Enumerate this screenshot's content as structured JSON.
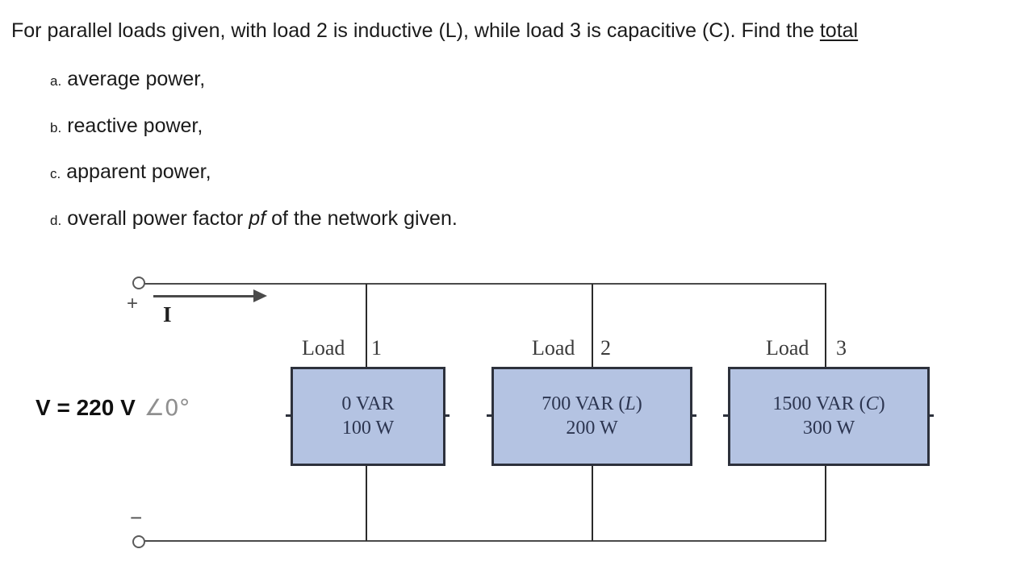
{
  "problem": {
    "intro": {
      "prefix": "For parallel loads given, with load 2 is inductive (L), while load 3 is capacitive (C). Find the ",
      "underlined": "total"
    },
    "items": [
      {
        "letter": "a.",
        "prefix": "average power,",
        "italic": "",
        "suffix": ""
      },
      {
        "letter": "b.",
        "prefix": "reactive power,",
        "italic": "",
        "suffix": ""
      },
      {
        "letter": "c.",
        "prefix": "apparent power,",
        "italic": "",
        "suffix": ""
      },
      {
        "letter": "d.",
        "prefix": "overall power factor ",
        "italic": "pf",
        "suffix": " of the network given."
      }
    ]
  },
  "circuit": {
    "source": {
      "label": "V = 220 V",
      "angle": "∠0°"
    },
    "current_label": "I",
    "polarity": {
      "plus": "+",
      "minus": "−"
    },
    "loads": [
      {
        "label": "Load",
        "number": "1",
        "line1_prefix": "0 VAR",
        "line1_italic": "",
        "line1_suffix": "",
        "line2": "100 W"
      },
      {
        "label": "Load",
        "number": "2",
        "line1_prefix": "700 VAR (",
        "line1_italic": "L",
        "line1_suffix": ")",
        "line2": "200 W"
      },
      {
        "label": "Load",
        "number": "3",
        "line1_prefix": "1500 VAR (",
        "line1_italic": "C",
        "line1_suffix": ")",
        "line2": "300 W"
      }
    ],
    "colors": {
      "box_fill": "#b4c3e2",
      "box_border": "#2d313c",
      "wire": "#4a4a4a",
      "box_text": "#2c3550",
      "angle_gray": "#8f8f8f"
    }
  }
}
